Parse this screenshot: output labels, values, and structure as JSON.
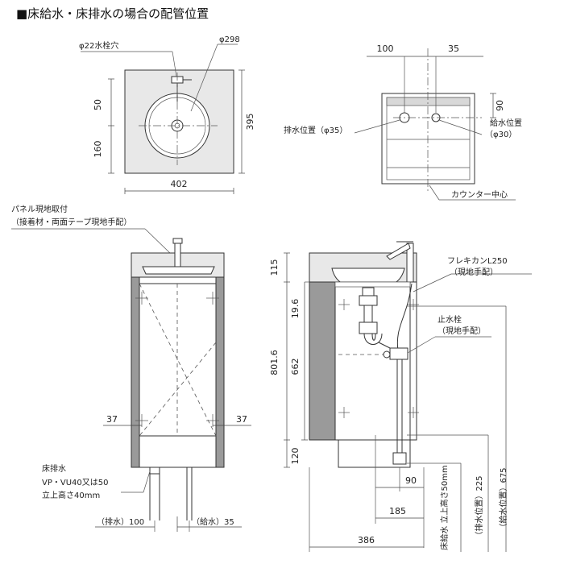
{
  "title": "■床給水・床排水の場合の配管位置",
  "top_view": {
    "faucet_hole": "φ22水栓穴",
    "bowl_dia": "φ298",
    "dim_50": "50",
    "dim_160": "160",
    "dim_395": "395",
    "dim_402": "402"
  },
  "back_view": {
    "dim_100": "100",
    "dim_35": "35",
    "dim_90": "90",
    "drain_pos": "排水位置（φ35）",
    "supply_pos_1": "給水位置",
    "supply_pos_2": "（φ30）",
    "counter_center": "カウンター中心"
  },
  "front_view": {
    "panel_note_1": "パネル現地取付",
    "panel_note_2": "（接着材・両面テープ現地手配）",
    "dim_37_left": "37",
    "dim_37_right": "37",
    "floor_drain_1": "床排水",
    "floor_drain_2": "VP・VU40又は50",
    "floor_drain_3": "立上高さ40mm",
    "drain_100": "（排水）100",
    "supply_35": "（給水）35"
  },
  "side_view": {
    "dim_115": "115",
    "dim_196": "19.6",
    "dim_662": "662",
    "dim_8016": "801.6",
    "dim_120": "120",
    "flex_1": "フレキカンL250",
    "flex_2": "（現地手配）",
    "stop_valve_1": "止水栓",
    "stop_valve_2": "（現地手配）",
    "dim_90": "90",
    "dim_185": "185",
    "dim_386": "386",
    "supply_rise": "床給水 立上高さ50mm",
    "drain_pos_225": "（排水位置）225",
    "supply_pos_675": "（給水位置）675"
  }
}
